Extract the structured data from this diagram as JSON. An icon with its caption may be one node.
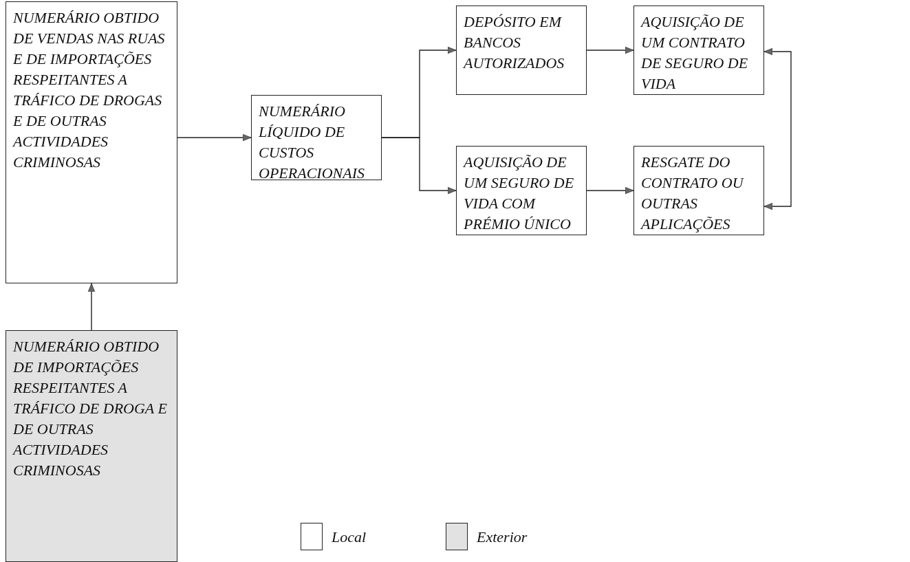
{
  "diagram": {
    "nodes": [
      {
        "text": [
          "NUMERÁRIO OBTIDO DE VENDAS NAS RUAS E DE IMPORTAÇÕES RESPEITANTES A TRÁFICO DE DROGAS E DE OUTRAS ACTIVIDADES CRIMINOSAS"
        ]
      },
      {
        "text": [
          "NUMERÁRIO LÍQUIDO DE CUSTOS OPERACIONAIS"
        ]
      },
      {
        "text": [
          "DEPÓSITO EM BANCOS AUTORIZADOS"
        ]
      },
      {
        "text": [
          "AQUISIÇÃO DE UM CONTRATO DE SEGURO DE VIDA"
        ]
      },
      {
        "text": [
          "AQUISIÇÃO DE UM SEGURO DE VIDA COM PRÉMIO ÚNICO"
        ]
      },
      {
        "text": [
          "RESGATE DO CONTRATO OU OUTRAS APLICAÇÕES"
        ]
      },
      {
        "text": [
          "NUMERÁRIO OBTIDO DE IMPORTAÇÕES RESPEITANTES A TRÁFICO DE DROGA E DE OUTRAS ACTIVIDADES CRIMINOSAS"
        ]
      }
    ],
    "edges": [
      {
        "from": 6,
        "to": 0,
        "arrow": "to"
      },
      {
        "from": 0,
        "to": 1,
        "arrow": "to"
      },
      {
        "from": 1,
        "to": 2,
        "arrow": "to"
      },
      {
        "from": 1,
        "to": 4,
        "arrow": "to"
      },
      {
        "from": 2,
        "to": 3,
        "arrow": "to"
      },
      {
        "from": 4,
        "to": 5,
        "arrow": "to"
      },
      {
        "from": 3,
        "to": 5,
        "arrow": "both"
      }
    ],
    "legend": [
      {
        "text": "Local",
        "color": "#ffffff"
      },
      {
        "text": "Exterior",
        "color": "#e2e2e2"
      }
    ]
  }
}
